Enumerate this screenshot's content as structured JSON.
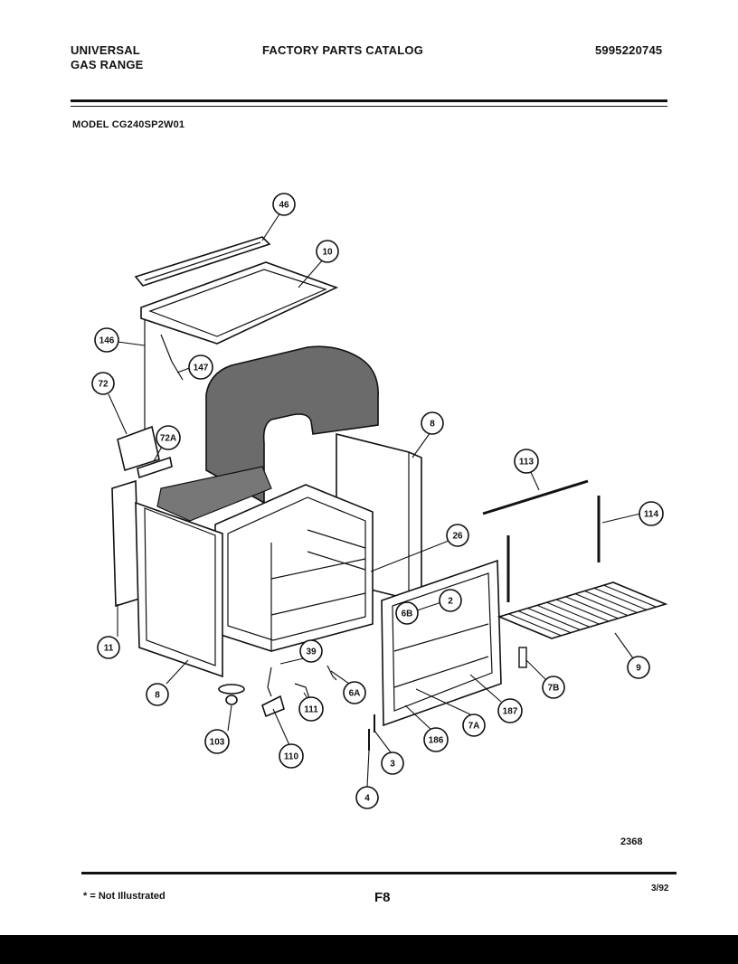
{
  "header": {
    "brand_line1": "UNIVERSAL",
    "brand_line2": "GAS RANGE",
    "title": "FACTORY PARTS CATALOG",
    "part_number": "5995220745"
  },
  "model": "MODEL CG240SP2W01",
  "diagram": {
    "callouts": [
      {
        "id": "c46",
        "label": "46"
      },
      {
        "id": "c10",
        "label": "10"
      },
      {
        "id": "c146",
        "label": "146"
      },
      {
        "id": "c147",
        "label": "147"
      },
      {
        "id": "c72",
        "label": "72"
      },
      {
        "id": "c72A",
        "label": "72A"
      },
      {
        "id": "c8top",
        "label": "8"
      },
      {
        "id": "c113",
        "label": "113"
      },
      {
        "id": "c114",
        "label": "114"
      },
      {
        "id": "c26",
        "label": "26"
      },
      {
        "id": "c2",
        "label": "2"
      },
      {
        "id": "c6B",
        "label": "6B"
      },
      {
        "id": "c11",
        "label": "11"
      },
      {
        "id": "c39",
        "label": "39"
      },
      {
        "id": "c9",
        "label": "9"
      },
      {
        "id": "c7B",
        "label": "7B"
      },
      {
        "id": "c8bot",
        "label": "8"
      },
      {
        "id": "c6A",
        "label": "6A"
      },
      {
        "id": "c111",
        "label": "111"
      },
      {
        "id": "c187",
        "label": "187"
      },
      {
        "id": "c7A",
        "label": "7A"
      },
      {
        "id": "c103",
        "label": "103"
      },
      {
        "id": "c110",
        "label": "110"
      },
      {
        "id": "c186",
        "label": "186"
      },
      {
        "id": "c3",
        "label": "3"
      },
      {
        "id": "c4",
        "label": "4"
      }
    ]
  },
  "figure_number": "2368",
  "footer": {
    "note": "* = Not Illustrated",
    "page_id": "F8",
    "date": "3/92"
  }
}
